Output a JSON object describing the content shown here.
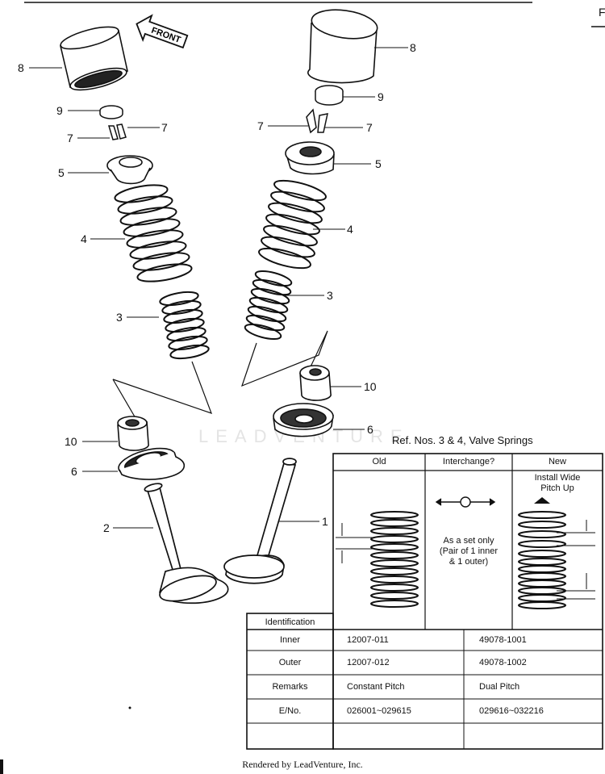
{
  "corner_letter": "F",
  "watermark": "LEADVENTURE",
  "front_label": "FRONT",
  "callouts": {
    "c8l": "8",
    "c9l": "9",
    "c7a": "7",
    "c7b": "7",
    "c5l": "5",
    "c4l": "4",
    "c3l": "3",
    "c10l": "10",
    "c6l": "6",
    "c2": "2",
    "c8r": "8",
    "c9r": "9",
    "c7c": "7",
    "c7d": "7",
    "c5r": "5",
    "c4r": "4",
    "c3r": "3",
    "c10r": "10",
    "c6r": "6",
    "c1": "1"
  },
  "ref_table": {
    "title": "Ref. Nos. 3 & 4, Valve Springs",
    "headers": {
      "old": "Old",
      "interchange": "Interchange?",
      "new": "New"
    },
    "new_note_line1": "Install Wide",
    "new_note_line2": "Pitch Up",
    "interchange_note_line1": "As a set only",
    "interchange_note_line2": "(Pair of 1 inner",
    "interchange_note_line3": "& 1 outer)"
  },
  "id_table": {
    "header": "Identification",
    "rows": [
      {
        "label": "Inner",
        "old": "12007-011",
        "new": "49078-1001"
      },
      {
        "label": "Outer",
        "old": "12007-012",
        "new": "49078-1002"
      },
      {
        "label": "Remarks",
        "old": "Constant Pitch",
        "new": "Dual Pitch"
      },
      {
        "label": "E/No.",
        "old": "026001~029615",
        "new": "029616~032216"
      }
    ]
  },
  "footer": "Rendered by LeadVenture, Inc."
}
